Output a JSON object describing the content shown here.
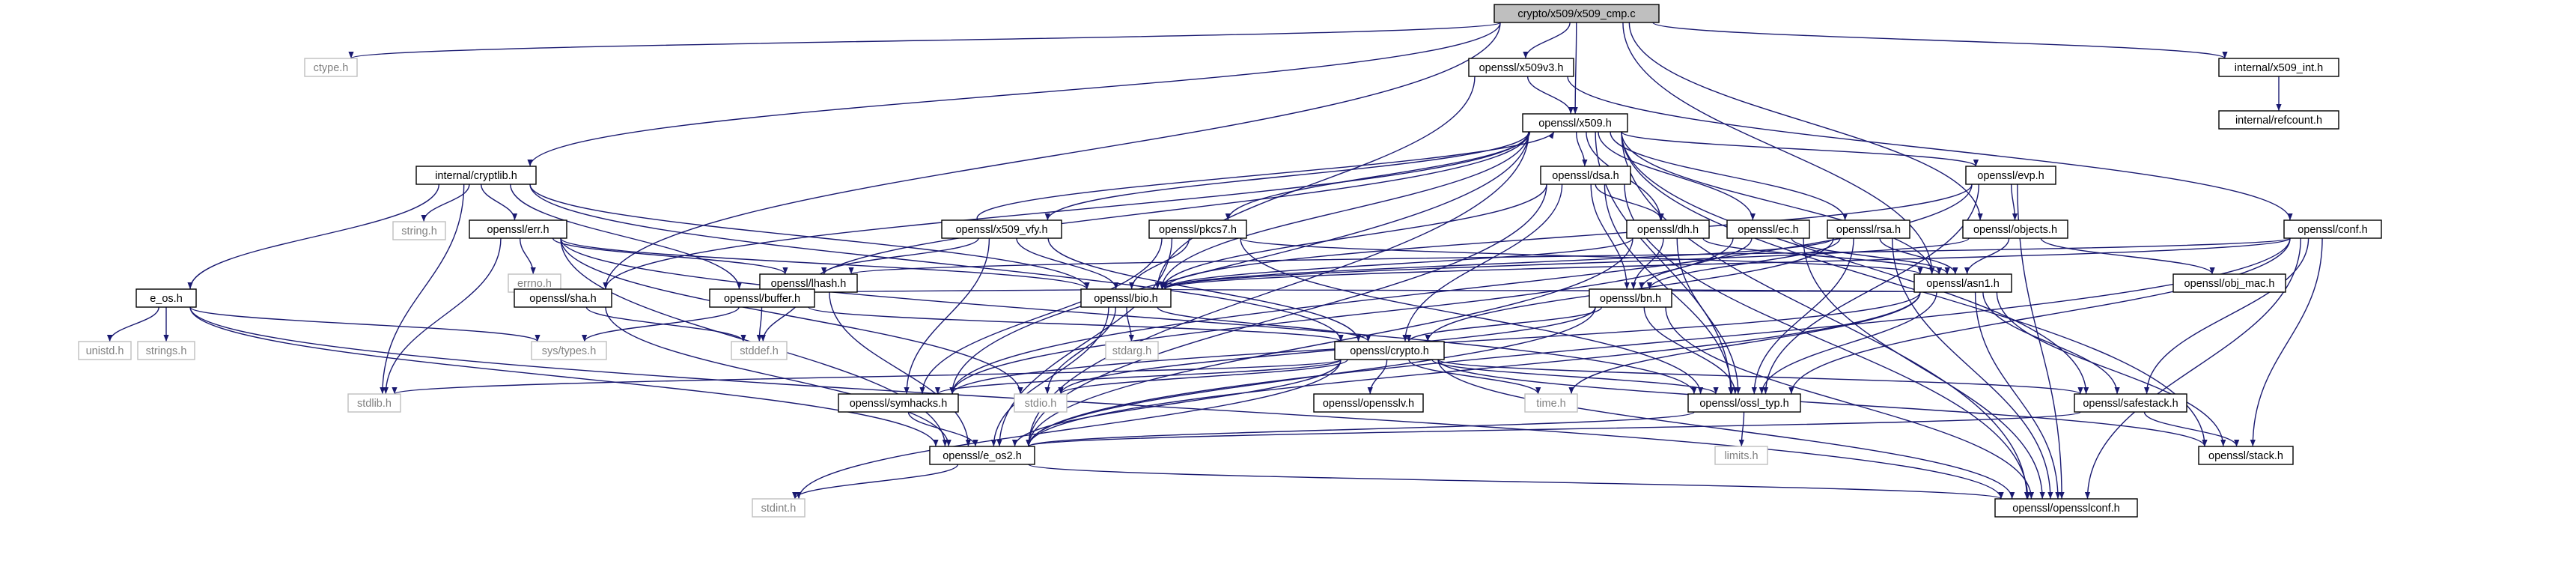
{
  "colors": {
    "edge": "#191970",
    "root_fill": "#bfbfbf",
    "node_border": "#000000",
    "external_border": "#bfbfbf",
    "node_text": "#000000",
    "external_text": "#808080"
  },
  "nodes": {
    "x509_cmp": {
      "label": "crypto/x509/x509_cmp.c",
      "kind": "root"
    },
    "ctype": {
      "label": "ctype.h",
      "kind": "external"
    },
    "x509v3": {
      "label": "openssl/x509v3.h",
      "kind": "doc"
    },
    "x509_int": {
      "label": "internal/x509_int.h",
      "kind": "doc"
    },
    "refcount": {
      "label": "internal/refcount.h",
      "kind": "doc"
    },
    "x509": {
      "label": "openssl/x509.h",
      "kind": "doc"
    },
    "cryptlib": {
      "label": "internal/cryptlib.h",
      "kind": "doc"
    },
    "string": {
      "label": "string.h",
      "kind": "external"
    },
    "err": {
      "label": "openssl/err.h",
      "kind": "doc"
    },
    "dsa": {
      "label": "openssl/dsa.h",
      "kind": "doc"
    },
    "evp": {
      "label": "openssl/evp.h",
      "kind": "doc"
    },
    "x509_vfy": {
      "label": "openssl/x509_vfy.h",
      "kind": "doc"
    },
    "pkcs7": {
      "label": "openssl/pkcs7.h",
      "kind": "doc"
    },
    "dh": {
      "label": "openssl/dh.h",
      "kind": "doc"
    },
    "ec": {
      "label": "openssl/ec.h",
      "kind": "doc"
    },
    "rsa": {
      "label": "openssl/rsa.h",
      "kind": "doc"
    },
    "objects": {
      "label": "openssl/objects.h",
      "kind": "doc"
    },
    "conf": {
      "label": "openssl/conf.h",
      "kind": "doc"
    },
    "errno": {
      "label": "errno.h",
      "kind": "external"
    },
    "lhash": {
      "label": "openssl/lhash.h",
      "kind": "doc"
    },
    "asn1": {
      "label": "openssl/asn1.h",
      "kind": "doc"
    },
    "obj_mac": {
      "label": "openssl/obj_mac.h",
      "kind": "doc"
    },
    "e_os": {
      "label": "e_os.h",
      "kind": "doc"
    },
    "sha": {
      "label": "openssl/sha.h",
      "kind": "doc"
    },
    "buffer": {
      "label": "openssl/buffer.h",
      "kind": "doc"
    },
    "bio": {
      "label": "openssl/bio.h",
      "kind": "doc"
    },
    "bn": {
      "label": "openssl/bn.h",
      "kind": "doc"
    },
    "unistd": {
      "label": "unistd.h",
      "kind": "external"
    },
    "strings": {
      "label": "strings.h",
      "kind": "external"
    },
    "systypes": {
      "label": "sys/types.h",
      "kind": "external"
    },
    "stddef": {
      "label": "stddef.h",
      "kind": "external"
    },
    "stdarg": {
      "label": "stdarg.h",
      "kind": "external"
    },
    "crypto": {
      "label": "openssl/crypto.h",
      "kind": "doc"
    },
    "stdlib": {
      "label": "stdlib.h",
      "kind": "external"
    },
    "symhacks": {
      "label": "openssl/symhacks.h",
      "kind": "doc"
    },
    "stdio": {
      "label": "stdio.h",
      "kind": "external"
    },
    "opensslv": {
      "label": "openssl/opensslv.h",
      "kind": "doc"
    },
    "time": {
      "label": "time.h",
      "kind": "external"
    },
    "ossl_typ": {
      "label": "openssl/ossl_typ.h",
      "kind": "doc"
    },
    "safestack": {
      "label": "openssl/safestack.h",
      "kind": "doc"
    },
    "limits": {
      "label": "limits.h",
      "kind": "external"
    },
    "e_os2": {
      "label": "openssl/e_os2.h",
      "kind": "doc"
    },
    "stack": {
      "label": "openssl/stack.h",
      "kind": "doc"
    },
    "stdint": {
      "label": "stdint.h",
      "kind": "external"
    },
    "opensslconf": {
      "label": "openssl/opensslconf.h",
      "kind": "doc"
    }
  },
  "edges": [
    [
      "x509_cmp",
      "ctype"
    ],
    [
      "x509_cmp",
      "cryptlib"
    ],
    [
      "x509_cmp",
      "x509v3"
    ],
    [
      "x509_cmp",
      "x509"
    ],
    [
      "x509_cmp",
      "objects"
    ],
    [
      "x509_cmp",
      "asn1"
    ],
    [
      "x509_cmp",
      "x509_int"
    ],
    [
      "x509_cmp",
      "sha"
    ],
    [
      "x509_int",
      "refcount"
    ],
    [
      "x509v3",
      "x509"
    ],
    [
      "x509v3",
      "bio"
    ],
    [
      "x509v3",
      "conf"
    ],
    [
      "x509",
      "e_os2"
    ],
    [
      "x509",
      "ossl_typ"
    ],
    [
      "x509",
      "symhacks"
    ],
    [
      "x509",
      "buffer"
    ],
    [
      "x509",
      "evp"
    ],
    [
      "x509",
      "bio"
    ],
    [
      "x509",
      "stack"
    ],
    [
      "x509",
      "asn1"
    ],
    [
      "x509",
      "safestack"
    ],
    [
      "x509",
      "ec"
    ],
    [
      "x509",
      "dsa"
    ],
    [
      "x509",
      "dh"
    ],
    [
      "x509",
      "rsa"
    ],
    [
      "x509",
      "sha"
    ],
    [
      "x509",
      "x509_vfy"
    ],
    [
      "x509",
      "pkcs7"
    ],
    [
      "x509",
      "opensslconf"
    ],
    [
      "x509_vfy",
      "x509"
    ],
    [
      "x509_vfy",
      "lhash"
    ],
    [
      "x509_vfy",
      "bio"
    ],
    [
      "x509_vfy",
      "crypto"
    ],
    [
      "x509_vfy",
      "symhacks"
    ],
    [
      "cryptlib",
      "stdlib"
    ],
    [
      "cryptlib",
      "string"
    ],
    [
      "cryptlib",
      "e_os"
    ],
    [
      "cryptlib",
      "crypto"
    ],
    [
      "cryptlib",
      "buffer"
    ],
    [
      "cryptlib",
      "bio"
    ],
    [
      "cryptlib",
      "err"
    ],
    [
      "err",
      "stdio"
    ],
    [
      "err",
      "stdlib"
    ],
    [
      "err",
      "e_os2"
    ],
    [
      "err",
      "ossl_typ"
    ],
    [
      "err",
      "bio"
    ],
    [
      "err",
      "lhash"
    ],
    [
      "err",
      "errno"
    ],
    [
      "e_os",
      "unistd"
    ],
    [
      "e_os",
      "strings"
    ],
    [
      "e_os",
      "systypes"
    ],
    [
      "e_os",
      "e_os2"
    ],
    [
      "e_os",
      "opensslconf"
    ],
    [
      "dsa",
      "opensslconf"
    ],
    [
      "dsa",
      "e_os2"
    ],
    [
      "dsa",
      "bio"
    ],
    [
      "dsa",
      "crypto"
    ],
    [
      "dsa",
      "ossl_typ"
    ],
    [
      "dsa",
      "bn"
    ],
    [
      "dsa",
      "dh"
    ],
    [
      "evp",
      "opensslconf"
    ],
    [
      "evp",
      "ossl_typ"
    ],
    [
      "evp",
      "symhacks"
    ],
    [
      "evp",
      "bio"
    ],
    [
      "evp",
      "objects"
    ],
    [
      "pkcs7",
      "asn1"
    ],
    [
      "pkcs7",
      "bio"
    ],
    [
      "pkcs7",
      "e_os2"
    ],
    [
      "pkcs7",
      "symhacks"
    ],
    [
      "pkcs7",
      "ossl_typ"
    ],
    [
      "dh",
      "e_os2"
    ],
    [
      "dh",
      "bio"
    ],
    [
      "dh",
      "asn1"
    ],
    [
      "dh",
      "ossl_typ"
    ],
    [
      "dh",
      "bn"
    ],
    [
      "ec",
      "opensslconf"
    ],
    [
      "ec",
      "asn1"
    ],
    [
      "ec",
      "symhacks"
    ],
    [
      "ec",
      "bn"
    ],
    [
      "rsa",
      "opensslconf"
    ],
    [
      "rsa",
      "asn1"
    ],
    [
      "rsa",
      "bio"
    ],
    [
      "rsa",
      "crypto"
    ],
    [
      "rsa",
      "ossl_typ"
    ],
    [
      "rsa",
      "bn"
    ],
    [
      "objects",
      "obj_mac"
    ],
    [
      "objects",
      "bio"
    ],
    [
      "objects",
      "asn1"
    ],
    [
      "conf",
      "bio"
    ],
    [
      "conf",
      "lhash"
    ],
    [
      "conf",
      "safestack"
    ],
    [
      "conf",
      "stack"
    ],
    [
      "conf",
      "e_os2"
    ],
    [
      "conf",
      "ossl_typ"
    ],
    [
      "conf",
      "opensslconf"
    ],
    [
      "lhash",
      "stddef"
    ],
    [
      "lhash",
      "e_os2"
    ],
    [
      "lhash",
      "bio"
    ],
    [
      "asn1",
      "time"
    ],
    [
      "asn1",
      "e_os2"
    ],
    [
      "asn1",
      "opensslconf"
    ],
    [
      "asn1",
      "bio"
    ],
    [
      "asn1",
      "stack"
    ],
    [
      "asn1",
      "safestack"
    ],
    [
      "asn1",
      "asn1"
    ],
    [
      "asn1",
      "symhacks"
    ],
    [
      "asn1",
      "ossl_typ"
    ],
    [
      "asn1",
      "bn"
    ],
    [
      "sha",
      "e_os2"
    ],
    [
      "sha",
      "stddef"
    ],
    [
      "buffer",
      "crypto"
    ],
    [
      "buffer",
      "stddef"
    ],
    [
      "buffer",
      "systypes"
    ],
    [
      "bio",
      "e_os2"
    ],
    [
      "bio",
      "stdio"
    ],
    [
      "bio",
      "stdarg"
    ],
    [
      "bio",
      "crypto"
    ],
    [
      "bn",
      "e_os2"
    ],
    [
      "bn",
      "stdio"
    ],
    [
      "bn",
      "opensslconf"
    ],
    [
      "bn",
      "ossl_typ"
    ],
    [
      "bn",
      "crypto"
    ],
    [
      "crypto",
      "stdlib"
    ],
    [
      "crypto",
      "time"
    ],
    [
      "crypto",
      "e_os2"
    ],
    [
      "crypto",
      "stack"
    ],
    [
      "crypto",
      "safestack"
    ],
    [
      "crypto",
      "opensslv"
    ],
    [
      "crypto",
      "ossl_typ"
    ],
    [
      "crypto",
      "opensslconf"
    ],
    [
      "crypto",
      "symhacks"
    ],
    [
      "crypto",
      "stdio"
    ],
    [
      "crypto",
      "stdint"
    ],
    [
      "symhacks",
      "e_os2"
    ],
    [
      "ossl_typ",
      "e_os2"
    ],
    [
      "ossl_typ",
      "limits"
    ],
    [
      "safestack",
      "stack"
    ],
    [
      "safestack",
      "e_os2"
    ],
    [
      "e_os2",
      "opensslconf"
    ],
    [
      "e_os2",
      "stdint"
    ]
  ]
}
